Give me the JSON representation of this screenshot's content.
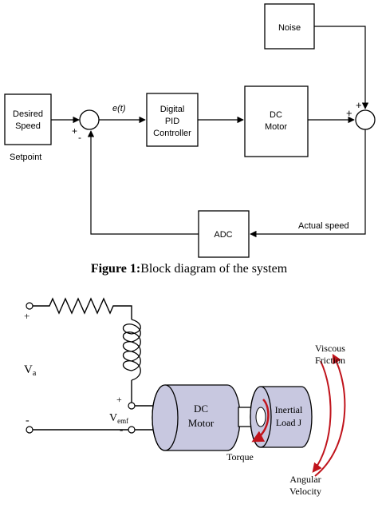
{
  "block_diagram": {
    "desired_speed_block": {
      "line1": "Desired",
      "line2": "Speed"
    },
    "setpoint_label": "Setpoint",
    "error_label": "e(t)",
    "pid_block": {
      "line1": "Digital",
      "line2": "PID",
      "line3": "Controller"
    },
    "dc_motor_block": {
      "line1": "DC",
      "line2": "Motor"
    },
    "noise_block": "Noise",
    "adc_block": "ADC",
    "actual_speed_label": "Actual speed",
    "sum1_plus": "+",
    "sum1_minus": "-",
    "sum2_plus_top": "+",
    "sum2_plus_left": "+"
  },
  "caption": {
    "prefix": "Figure 1:",
    "text": "Block diagram of the system"
  },
  "motor_circuit": {
    "terminal_plus": "+",
    "terminal_minus": "-",
    "va_main": "V",
    "va_sub": "a",
    "vemf_main": "V",
    "vemf_sub": "emf",
    "vemf_plus": "+",
    "vemf_minus": "-",
    "motor_line1": "DC",
    "motor_line2": "Motor",
    "load_line1": "Inertial",
    "load_line2": "Load J",
    "torque_label": "Torque",
    "viscous_line1": "Viscous",
    "viscous_line2": "Friction",
    "angular_line1": "Angular",
    "angular_line2": "Velocity"
  },
  "colors": {
    "cylinder_fill": "#c8c8e0",
    "arrow_red": "#c0141c",
    "line": "#000000"
  }
}
